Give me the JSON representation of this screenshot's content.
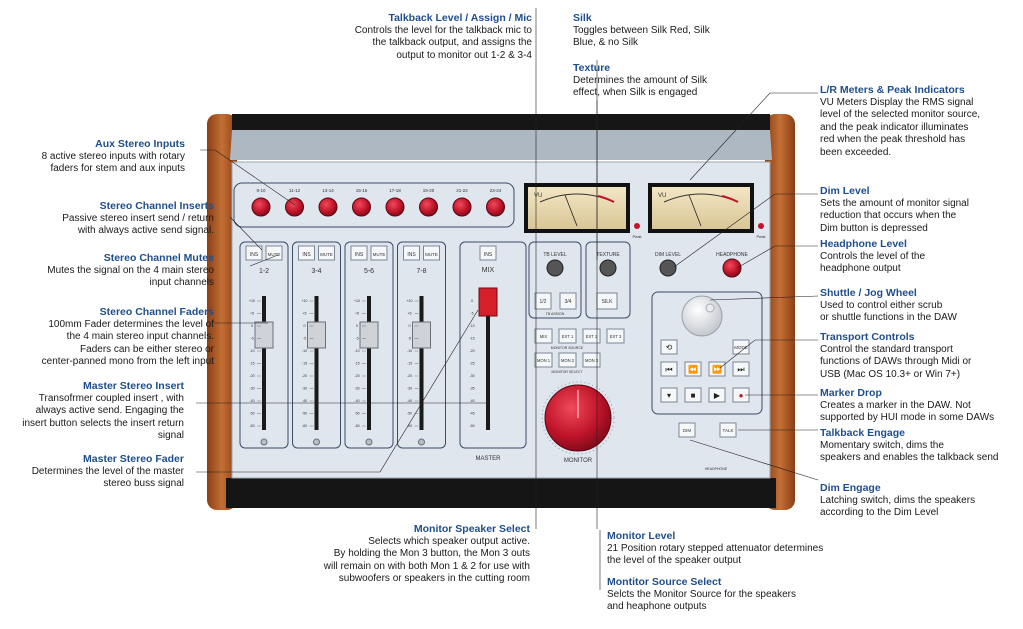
{
  "annotations": {
    "talkback": {
      "title": "Talkback Level / Assign / Mic",
      "lines": [
        "Controls the level for the talkback mic to",
        "the talkback output, and assigns the",
        "output to monitor out 1-2 & 3-4"
      ]
    },
    "silk": {
      "title": "Silk",
      "lines": [
        "Toggles between Silk Red, Silk",
        "Blue, & no Silk"
      ]
    },
    "texture": {
      "title": "Texture",
      "lines": [
        "Determines the amount of Silk",
        "effect, when Silk is engaged"
      ]
    },
    "lr_meters": {
      "title": "L/R Meters & Peak Indicators",
      "lines": [
        "VU Meters Display the RMS signal",
        "level of the selected monitor source,",
        "and the peak indicator illuminates",
        "red when the peak threshold has",
        "been exceeded."
      ]
    },
    "aux": {
      "title": "Aux Stereo Inputs",
      "lines": [
        "8 active stereo inputs with rotary",
        "faders for stem and aux inputs"
      ]
    },
    "inserts": {
      "title": "Stereo Channel Inserts",
      "lines": [
        "Passive stereo insert send / return",
        "with always active send signal."
      ]
    },
    "mutes": {
      "title": "Stereo Channel Mutes",
      "lines": [
        "Mutes the signal on the 4 main stereo",
        "input channels"
      ]
    },
    "faders": {
      "title": "Stereo Channel Faders",
      "lines": [
        "100mm Fader determines the level of",
        "the 4 main stereo input channels.",
        "Faders can be either stereo or",
        "center-panned mono from the left input"
      ]
    },
    "master_insert": {
      "title": "Master Stereo Insert",
      "lines": [
        "Transofrmer coupled insert , with",
        "always active send.  Engaging the",
        "insert button selects the insert return",
        "signal"
      ]
    },
    "master_fader": {
      "title": "Master Stereo Fader",
      "lines": [
        "Determines the level of the master",
        "stereo buss signal"
      ]
    },
    "dim_level": {
      "title": "Dim Level",
      "lines": [
        "Sets the amount of monitor signal",
        "reduction that occurs when the",
        "Dim button is depressed"
      ]
    },
    "headphone": {
      "title": "Headphone Level",
      "lines": [
        "Controls the level of the",
        "headphone output"
      ]
    },
    "shuttle": {
      "title": "Shuttle / Jog Wheel",
      "lines": [
        "Used to control either scrub",
        "or shuttle functions in the DAW"
      ]
    },
    "transport": {
      "title": "Transport Controls",
      "lines": [
        "Control the standard transport",
        "functions of DAWs through Midi or",
        "USB (Mac OS 10.3+ or Win 7+)"
      ]
    },
    "marker": {
      "title": "Marker Drop",
      "lines": [
        "Creates a marker in the DAW.  Not",
        "supported by HUI mode in some DAWs"
      ]
    },
    "tb_engage": {
      "title": "Talkback Engage",
      "lines": [
        "Momentary switch, dims the",
        "speakers and enables the talkback send"
      ]
    },
    "dim_engage": {
      "title": "Dim Engage",
      "lines": [
        "Latching switch, dims the speakers",
        "according to the Dim Level"
      ]
    },
    "speaker_select": {
      "title": "Monitor Speaker Select",
      "lines": [
        "Selects which speaker output active.",
        "By holding the Mon 3 button, the Mon 3 outs",
        "will remain on with both Mon 1 & 2 for use with",
        "subwoofers or speakers in the cutting room"
      ]
    },
    "monitor_level": {
      "title": "Monitor Level",
      "lines": [
        "21 Position rotary stepped attenuator determines",
        "the level of the speaker output"
      ]
    },
    "source_select": {
      "title": "Montitor Source Select",
      "lines": [
        "Selcts the Monitor Source for the speakers",
        "and heaphone outputs"
      ]
    }
  },
  "console": {
    "aux_labels": [
      "9-10",
      "11-12",
      "13-14",
      "15-16",
      "17-18",
      "19-20",
      "21-22",
      "23-24"
    ],
    "channels": [
      "1-2",
      "3-4",
      "5-6",
      "7-8"
    ],
    "ins_label": "INS",
    "mute_label": "MUTE",
    "mix_label": "MIX",
    "master_label": "MASTER",
    "fader_scale": [
      "+10",
      "+5",
      "0",
      "-5",
      "-10",
      "-15",
      "-20",
      "-30",
      "-40",
      "-50",
      "-60"
    ],
    "master_scale": [
      "0",
      "-5",
      "-10",
      "-15",
      "-20",
      "-25",
      "-30",
      "-35",
      "-40",
      "-45",
      "-50"
    ],
    "tb_level": "TB LEVEL",
    "texture": "TEXTURE",
    "tb_assign": "TB ASSIGN",
    "tb_btns": [
      "1/2",
      "3/4"
    ],
    "silk": "SILK",
    "src_btns": [
      "MIX",
      "EXT 1",
      "EXT 2",
      "EXT 3"
    ],
    "mon_btns": [
      "MON 1",
      "MON 2",
      "MON 3"
    ],
    "monitor_source": "MONITOR SOURCE",
    "monitor_select": "MONITOR SELECT",
    "monitor": "MONITOR",
    "dim_level": "DIM LEVEL",
    "headphone": "HEADPHONE",
    "vu": "VU",
    "peak": "Peak",
    "mode": "MODE",
    "dim": "DIM",
    "talk": "TALK",
    "headphone_jack": "HEADPHONE",
    "colors": {
      "red_knob": "#c0142a",
      "panel": "#dfe6ee",
      "wood": "#b5622c",
      "label": "#1f4e8c"
    }
  }
}
